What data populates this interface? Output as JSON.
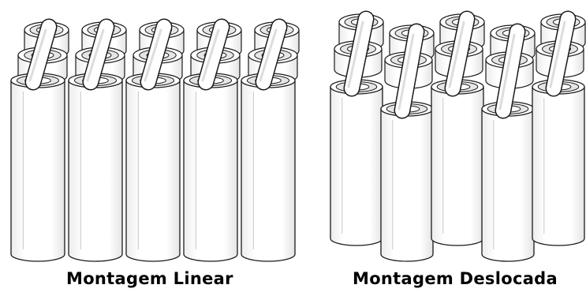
{
  "captions": {
    "linear": "Montagem Linear",
    "offset": "Montagem Deslocada"
  },
  "colors": {
    "stroke": "#1a1a1a",
    "body": "#ffffff",
    "rod": "#ffffff",
    "shade": "#e6e6e6"
  },
  "packs": {
    "linear": {
      "columns": 5,
      "rows": 3,
      "arrangement": "aligned"
    },
    "offset": {
      "columns": 5,
      "rows": 3,
      "arrangement": "staggered"
    }
  }
}
